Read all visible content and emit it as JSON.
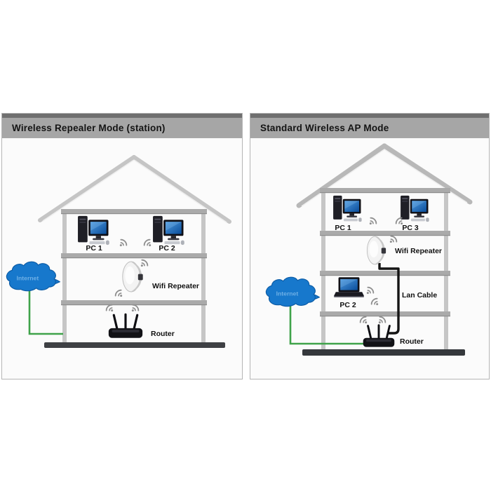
{
  "panels": [
    {
      "title": "Wireless Repealer Mode (station)",
      "labels": {
        "pc1": "PC 1",
        "pc2": "PC 2",
        "repeater": "Wifi Repeater",
        "router": "Router",
        "internet": "Internet"
      }
    },
    {
      "title": "Standard Wireless AP Mode",
      "labels": {
        "pc1": "PC 1",
        "pc3": "PC 3",
        "repeater": "Wifi Repeater",
        "pc2": "PC 2",
        "lan_cable": "Lan Cable",
        "router": "Router",
        "internet": "Internet"
      }
    }
  ],
  "colors": {
    "title_bar": "#a6a6a6",
    "title_strip": "#6f6f6f",
    "panel_border": "#b5b5b5",
    "panel_background": "#fbfbfb",
    "house_gray": "#c6c6c6",
    "slab_gray": "#aaaaaa",
    "ground": "#3e4044",
    "cloud_blue": "#1778cc",
    "cloud_text_blue": "#6fb0e6",
    "green_cable": "#3fa34a",
    "lan_cable": "#141414",
    "wifi_icon_gray": "#8f8f8f",
    "screen_blue": "#2b7fd0"
  }
}
